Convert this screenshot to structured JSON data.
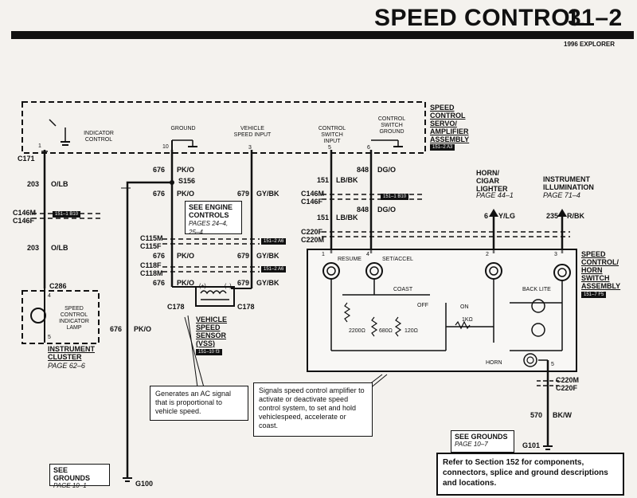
{
  "header": {
    "title": "SPEED CONTROL",
    "page": "31–2",
    "subtitle": "1996 EXPLORER"
  },
  "servo": {
    "title": "SPEED CONTROL SERVO/ AMPLIFIER ASSEMBLY",
    "ref": "151–2 A3",
    "pins": {
      "indicator_control": "INDICATOR CONTROL",
      "pin1": "1",
      "ground": "GROUND",
      "pin10": "10",
      "vss_input": "VEHICLE SPEED INPUT",
      "pin3": "3",
      "control_switch_input": "CONTROL SWITCH INPUT",
      "pin5": "5",
      "control_switch_ground": "CONTROL SWITCH GROUND",
      "pin6": "6"
    }
  },
  "connectors": {
    "c171": "C171",
    "c146": "C146M C146F",
    "c286": "C286",
    "s156": "S156",
    "c115": "C115M C115F",
    "c118": "C118F C118M",
    "c178a": "C178",
    "c178b": "C178",
    "c146_right": "C146M C146F",
    "c220": "C220F C220M",
    "c220_bottom": "C220M C220F"
  },
  "wires": {
    "w203a": "203",
    "c203a": "O/LB",
    "w203b": "203",
    "c203b": "O/LB",
    "w676a": "676",
    "c676a": "PK/O",
    "w676b": "676",
    "c676b": "PK/O",
    "w676c": "676",
    "c676c": "PK/O",
    "w676d": "676",
    "c676d": "PK/O",
    "w676e": "676",
    "c676e": "PK/O",
    "w679a": "679",
    "c679a": "GY/BK",
    "w679b": "679",
    "c679b": "GY/BK",
    "w679c": "679",
    "c679c": "GY/BK",
    "w151a": "151",
    "c151a": "LB/BK",
    "w151b": "151",
    "c151b": "LB/BK",
    "w848a": "848",
    "c848a": "DG/O",
    "w848b": "848",
    "c848b": "DG/O",
    "w6": "6",
    "c6": "Y/LG",
    "w235": "235",
    "c235": "R/BK",
    "w570": "570",
    "c570": "BK/W"
  },
  "refs": {
    "r1": "151–1 B10",
    "r2": "151–2 A6",
    "r3": "151–2 A6",
    "r4": "151–1 B10",
    "r5": "151–10 f3",
    "r6": "151–7 F5"
  },
  "engine_controls": {
    "title": "SEE ENGINE CONTROLS",
    "pages": "PAGES 24–4, 25–4"
  },
  "cluster": {
    "title": "INSTRUMENT CLUSTER",
    "page": "PAGE 62–6",
    "lamp": "SPEED CONTROL INDICATOR LAMP",
    "pin4": "4",
    "pin5": "5"
  },
  "vss": {
    "title": "VEHICLE SPEED SENSOR (VSS)",
    "pin_a": "(+)",
    "pin_b": "(–)"
  },
  "horn": {
    "title": "HORN/ CIGAR LIGHTER",
    "page": "PAGE 44–1"
  },
  "illum": {
    "title": "INSTRUMENT ILLUMINATION",
    "page": "PAGE 71–4"
  },
  "switch": {
    "title": "SPEED CONTROL/ HORN SWITCH ASSEMBLY",
    "resume": "RESUME",
    "set_accel": "SET/ACCEL",
    "coast": "COAST",
    "off": "OFF",
    "on": "ON",
    "r1": "2200Ω",
    "r2": "680Ω",
    "r3": "120Ω",
    "r4": "1KΩ",
    "back_lite": "BACK LITE",
    "horn": "HORN",
    "pin1": "1",
    "pin4": "4",
    "pin2": "2",
    "pin3": "3",
    "pin5": "5"
  },
  "notes": {
    "ac_signal": "Generates an AC signal that is proportional to vehicle speed.",
    "signals": "Signals speed control amplifier to activate or deactivate speed control system, to set and hold vehiclespeed, accelerate or coast.",
    "refer": "Refer to Section 152 for components, connectors, splice and ground descriptions and locations."
  },
  "grounds": {
    "see_left": "SEE GROUNDS",
    "page_left": "PAGE 10–1",
    "g100": "G100",
    "see_right": "SEE GROUNDS",
    "page_right": "PAGE 10–7",
    "g101": "G101"
  }
}
